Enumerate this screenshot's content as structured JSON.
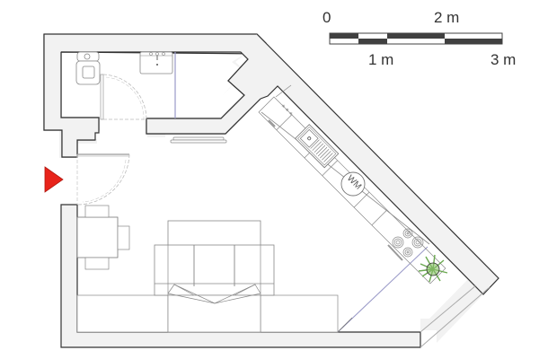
{
  "colors": {
    "wall_fill": "#f2f2f2",
    "wall_stroke": "#333333",
    "fixture_stroke": "#888888",
    "furniture_stroke": "#777777",
    "door_dashed": "#bbbbbb",
    "entrance_marker": "#e8231a",
    "partition": "#9a9ac8",
    "plant": "#6aa84f",
    "scale_dark": "#404040",
    "scale_light": "#ffffff"
  },
  "scale_bar": {
    "labels_top": [
      "0",
      "2 m"
    ],
    "labels_bottom": [
      "1 m",
      "3 m"
    ],
    "segments": 6
  },
  "rooms": {
    "bathroom": {
      "fixtures": [
        "toilet",
        "washbasin",
        "door"
      ]
    },
    "kitchen": {
      "fixtures": [
        "fridge",
        "sink",
        "washing-machine",
        "hob",
        "plant"
      ],
      "washing_machine_label": "WM",
      "fridge_symbol": "* * *"
    },
    "living": {
      "fixtures": [
        "dining-table",
        "chairs",
        "sofa-bed",
        "radiator",
        "entrance-door"
      ]
    }
  },
  "entrance": {
    "marker": "entrance-arrow"
  }
}
